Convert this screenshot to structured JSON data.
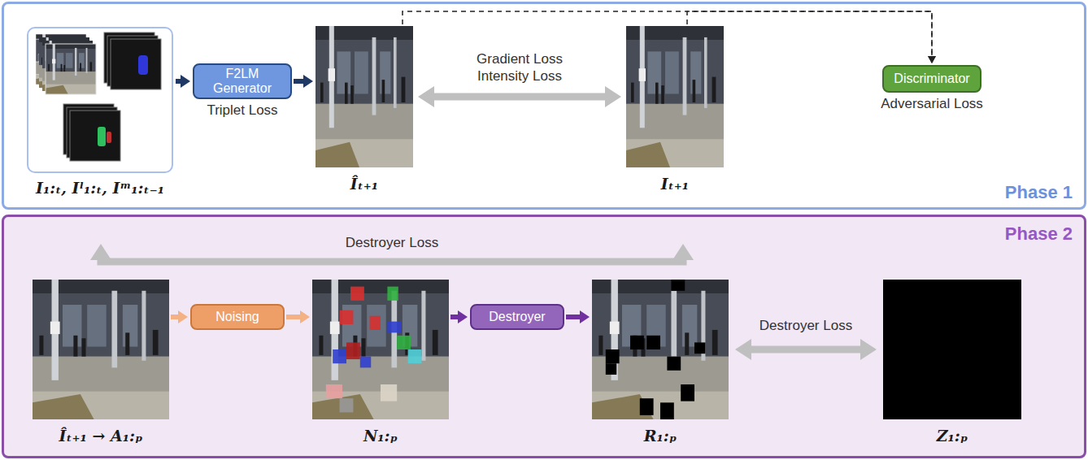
{
  "diagram": {
    "nodes": [
      {
        "text": [
          "Phase 1"
        ]
      },
      {
        "text": [
          "I₁:ₜ, Iˡ₁:ₜ, Iᵐ₁:ₜ₋₁"
        ],
        "in": 0
      },
      {
        "text": [
          "F2LM Generator",
          "Triplet Loss"
        ],
        "in": 0
      },
      {
        "text": [
          "Îₜ₊₁"
        ],
        "in": 0
      },
      {
        "text": [
          "Iₜ₊₁"
        ],
        "in": 0
      },
      {
        "text": [
          "Discriminator",
          "Adversarial Loss"
        ],
        "in": 0
      },
      {
        "text": [
          "Phase 2"
        ]
      },
      {
        "text": [
          "Îₜ₊₁ → A₁:ₚ"
        ],
        "in": 6
      },
      {
        "text": [
          "Noising"
        ],
        "in": 6
      },
      {
        "text": [
          "N₁:ₚ"
        ],
        "in": 6
      },
      {
        "text": [
          "Destroyer"
        ],
        "in": 6
      },
      {
        "text": [
          "R₁:ₚ"
        ],
        "in": 6
      },
      {
        "text": [
          "Z₁:ₚ"
        ],
        "in": 6
      }
    ],
    "edges": [
      {
        "from": 1,
        "to": 2,
        "arrow": "to"
      },
      {
        "from": 2,
        "to": 3,
        "arrow": "to"
      },
      {
        "from": 3,
        "to": 4,
        "arrow": "both",
        "label": "Gradient Loss Intensity Loss"
      },
      {
        "from": 3,
        "to": 5,
        "arrow": "to"
      },
      {
        "from": 4,
        "to": 5,
        "arrow": "to"
      },
      {
        "from": 7,
        "to": 8,
        "arrow": "to"
      },
      {
        "from": 8,
        "to": 9,
        "arrow": "to"
      },
      {
        "from": 9,
        "to": 10,
        "arrow": "to"
      },
      {
        "from": 10,
        "to": 11,
        "arrow": "to"
      },
      {
        "from": 11,
        "to": 7,
        "arrow": "both",
        "label": "Destroyer Loss"
      },
      {
        "from": 11,
        "to": 12,
        "arrow": "both",
        "label": "Destroyer Loss"
      }
    ]
  }
}
